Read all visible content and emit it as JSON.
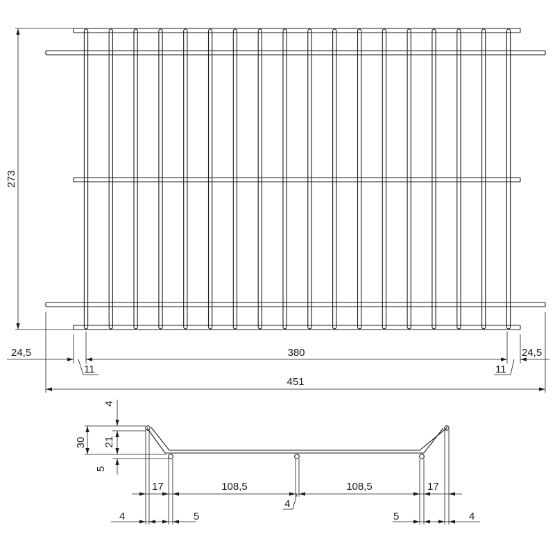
{
  "dimensions": {
    "height": "273",
    "left_offset": "24,5",
    "right_offset": "24,5",
    "inner_span": "380",
    "total_width": "451",
    "left_end_gap": "11",
    "right_end_gap": "11",
    "profile_top_gap": "4",
    "profile_height": "30",
    "profile_inner_height": "21",
    "profile_bottom_gap": "5",
    "left_flare": "17",
    "right_flare": "17",
    "left_span": "108,5",
    "right_span": "108,5",
    "center_wire": "4",
    "left_wire_dia": "4",
    "left_wire_offset": "5",
    "right_wire_offset": "5",
    "right_wire_dia": "4"
  }
}
